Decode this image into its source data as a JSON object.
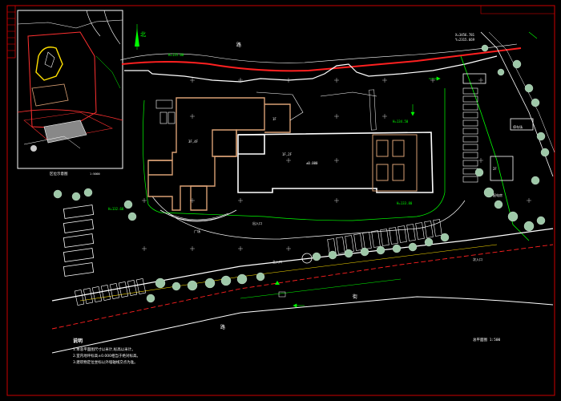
{
  "colors": {
    "background": "#000000",
    "frame": "#cc0000",
    "road_line": "#ffffff",
    "red_line": "#ff2020",
    "green_line": "#00ff00",
    "building_existing": "#d9a074",
    "building_new": "#ffffff",
    "tree_fill": "#9ec8a8",
    "parking": "#ffffff",
    "yellow_path": "#ffe000"
  },
  "north_label": "北",
  "inset": {
    "caption": "区位示意图",
    "scale": "1:5000"
  },
  "labels": {
    "road_north": "路",
    "road_south": "路",
    "street_south": "街",
    "plaza": "广场",
    "building_main": "1F,2F",
    "building_main_elev": "±0.000",
    "building_west": "3F,4F",
    "building_annex": "1F",
    "building_east": "2F",
    "elev_1": "H=135.00",
    "elev_2": "H=134.50",
    "elev_3": "H=133.80",
    "elev_4": "H=132.60",
    "coord_1": "X=3456.781",
    "coord_2": "Y=2315.669",
    "gate_main": "主入口",
    "gate_side": "次入口",
    "entrance_label": "出入口",
    "parking_label": "停车场",
    "substation": "配电房",
    "plan_scale": "总平面图 1:500"
  },
  "notes": {
    "title": "说明",
    "lines": [
      "1.本总平面图尺寸以米计,标高以米计。",
      "2.室内地坪标高±0.000相当于绝对标高。",
      "3.建筑物定位坐标以外墙轴线交点为准。"
    ]
  }
}
